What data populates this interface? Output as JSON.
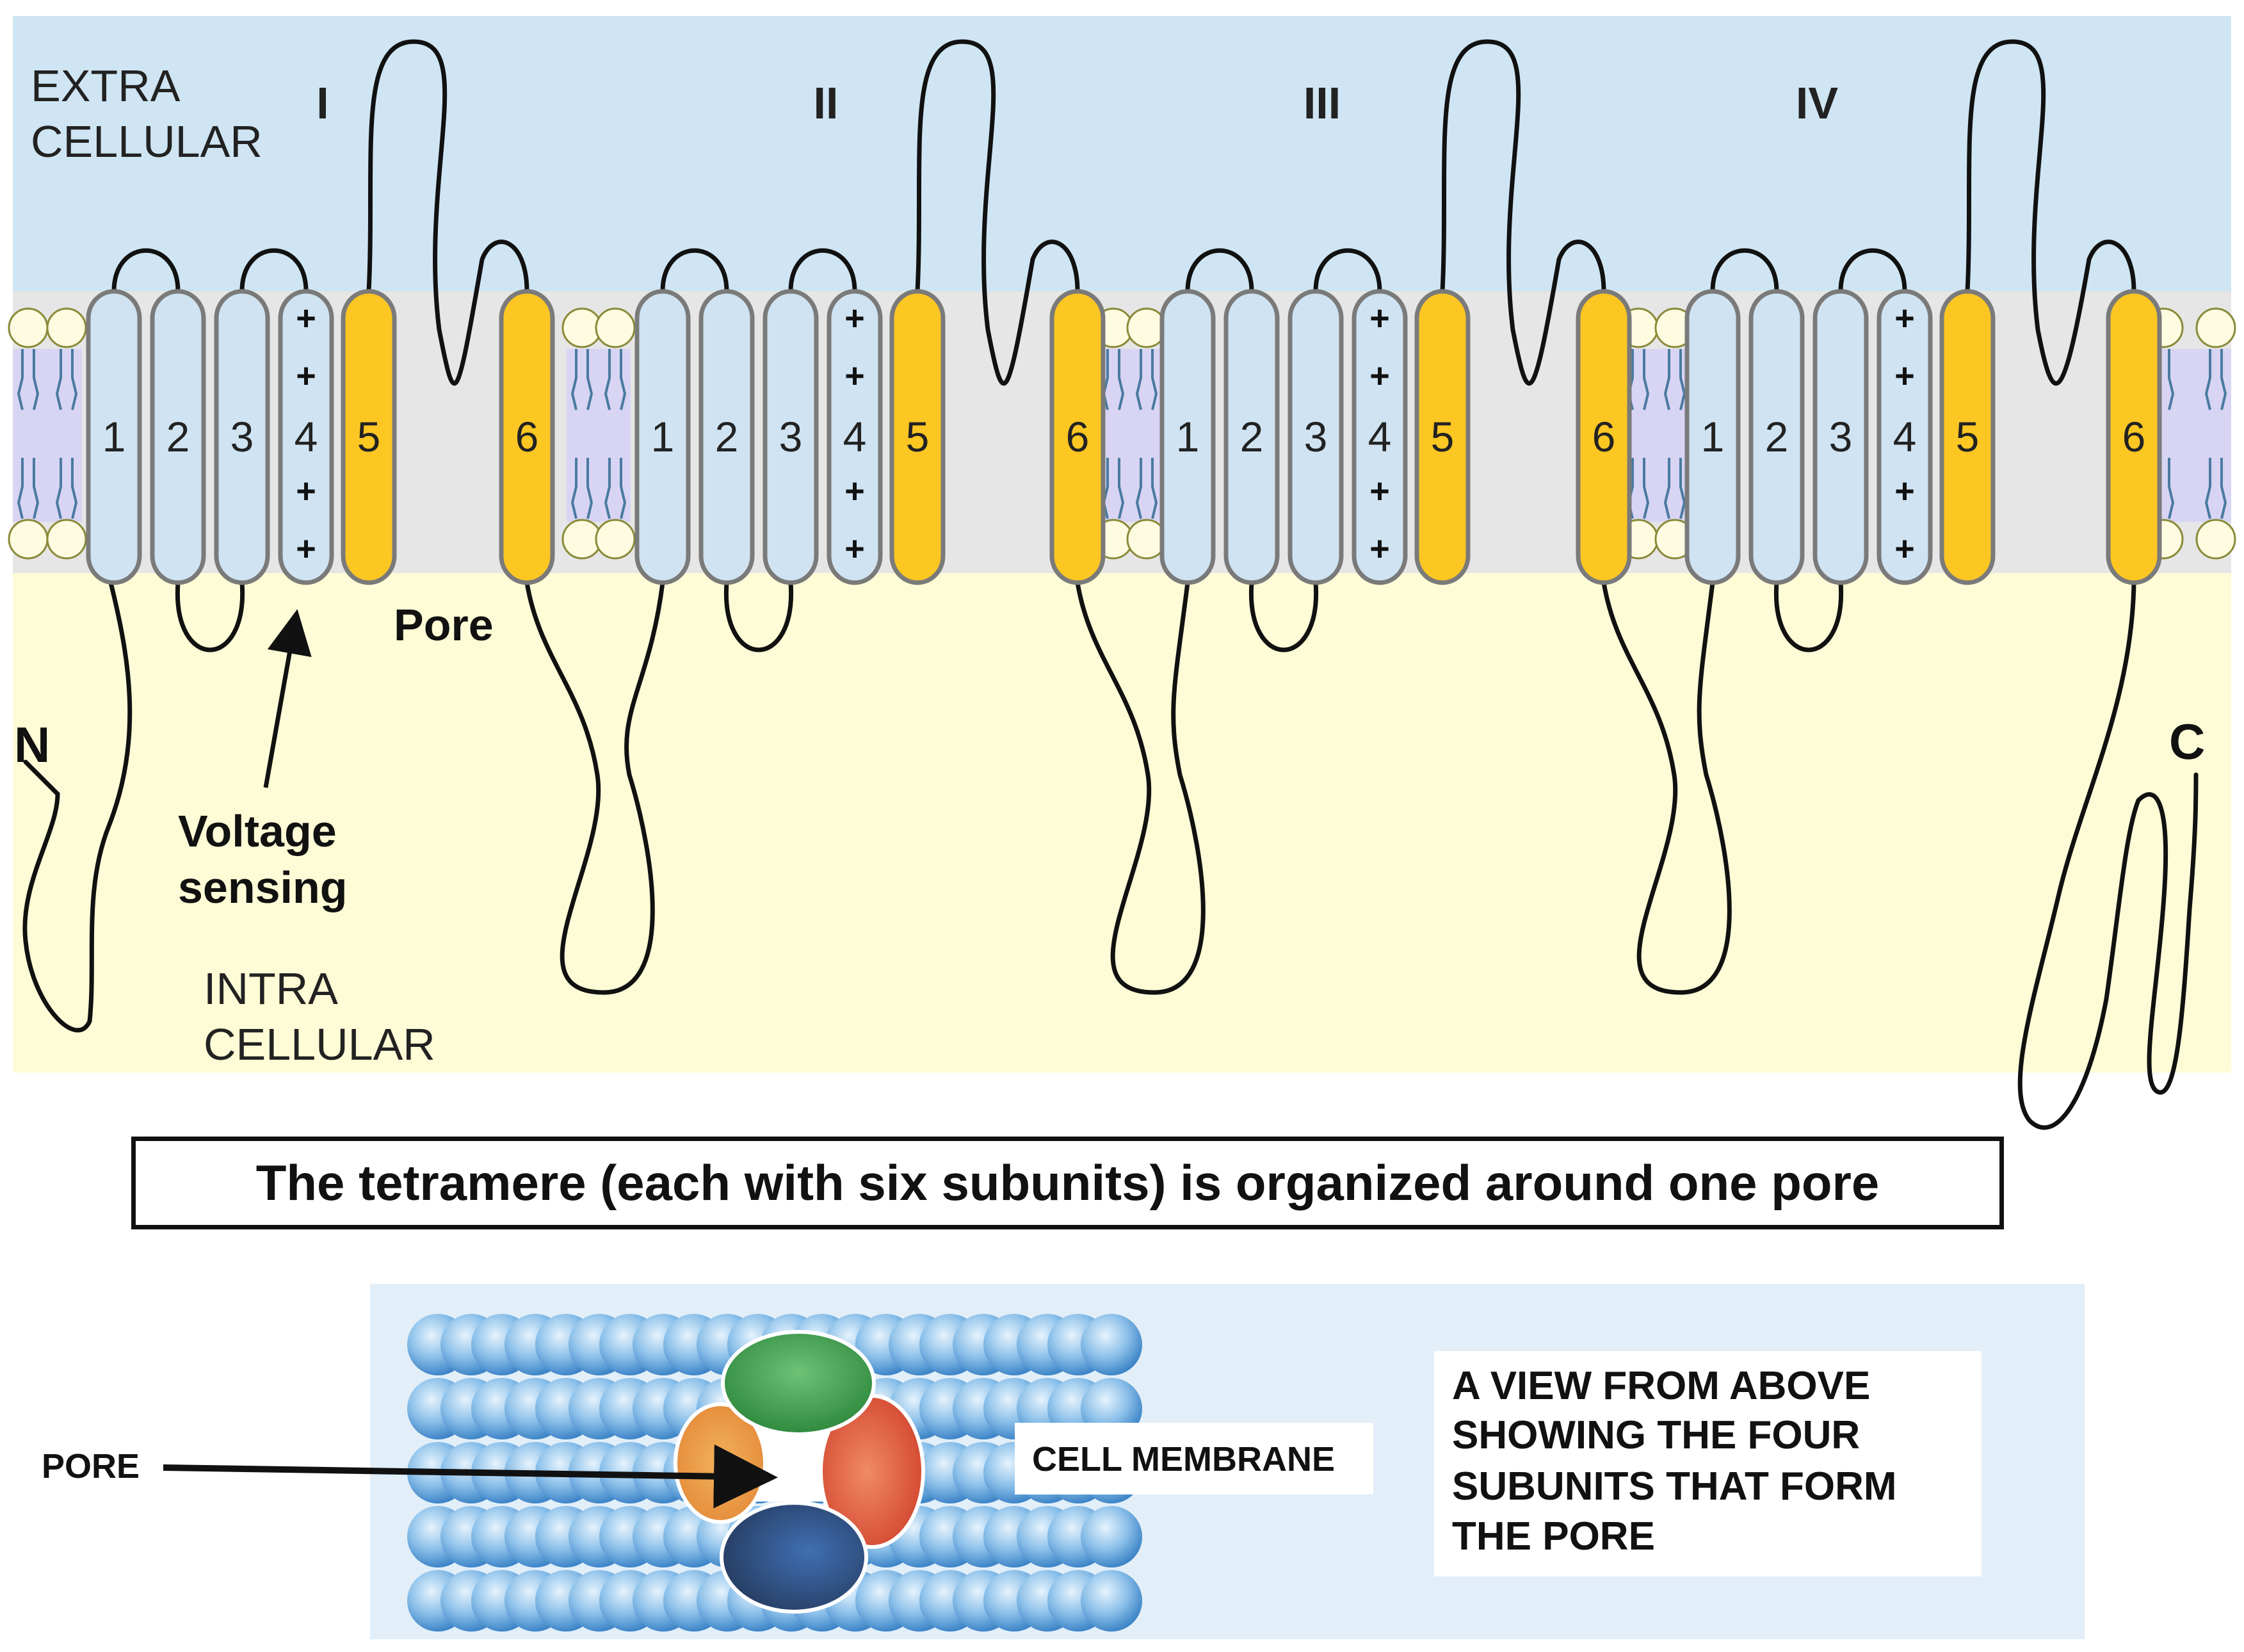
{
  "regions": {
    "extra_label_1": "EXTRA",
    "extra_label_2": "CELLULAR",
    "intra_label_1": "INTRA",
    "intra_label_2": "CELLULAR"
  },
  "domains": [
    {
      "numeral": "I"
    },
    {
      "numeral": "II"
    },
    {
      "numeral": "III"
    },
    {
      "numeral": "IV"
    }
  ],
  "segments": [
    "1",
    "2",
    "3",
    "4",
    "5",
    "6"
  ],
  "charge_symbol": "+",
  "labels": {
    "pore": "Pore",
    "voltage_1": "Voltage",
    "voltage_2": "sensing",
    "n_terminus": "N",
    "c_terminus": "C"
  },
  "caption": "The tetramere (each with six subunits) is organized around one pore",
  "top_view": {
    "pore_label": "PORE",
    "membrane_label": "CELL MEMBRANE",
    "desc_1": "A VIEW FROM ABOVE",
    "desc_2": "SHOWING THE FOUR",
    "desc_3": "SUBUNITS THAT FORM",
    "desc_4": "THE PORE"
  },
  "colors": {
    "extracellular": "#cfe5f3",
    "intracellular": "#fefcd6",
    "membrane": "#e6e6e6",
    "helix": "#cfe3f2",
    "pore_helix": "#fcc623",
    "subunit_green": "#3f9a4c",
    "subunit_red": "#df5a3c",
    "subunit_orange": "#e8963c",
    "subunit_blue": "#2f4f7a"
  }
}
